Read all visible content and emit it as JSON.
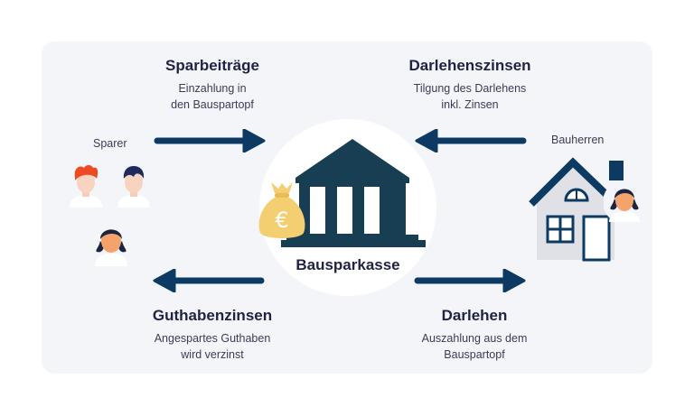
{
  "diagram": {
    "top_left": {
      "title": "Sparbeiträge",
      "sub1": "Einzahlung in",
      "sub2": "den Bauspartopf"
    },
    "top_right": {
      "title": "Darlehenszinsen",
      "sub1": "Tilgung des Darlehens",
      "sub2": "inkl. Zinsen"
    },
    "bottom_left": {
      "title": "Guthabenzinsen",
      "sub1": "Angespartes Guthaben",
      "sub2": "wird verzinst"
    },
    "bottom_right": {
      "title": "Darlehen",
      "sub1": "Auszahlung aus dem",
      "sub2": "Bauspartopf"
    },
    "left_actor": "Sparer",
    "right_actor": "Bauherren",
    "center": "Bausparkasse",
    "currency_symbol": "€"
  },
  "colors": {
    "navy": "#0d3a63",
    "bank": "#173e52",
    "gold": "#f3cf72",
    "panel": "#f4f5f9",
    "text": "#1f2244"
  }
}
